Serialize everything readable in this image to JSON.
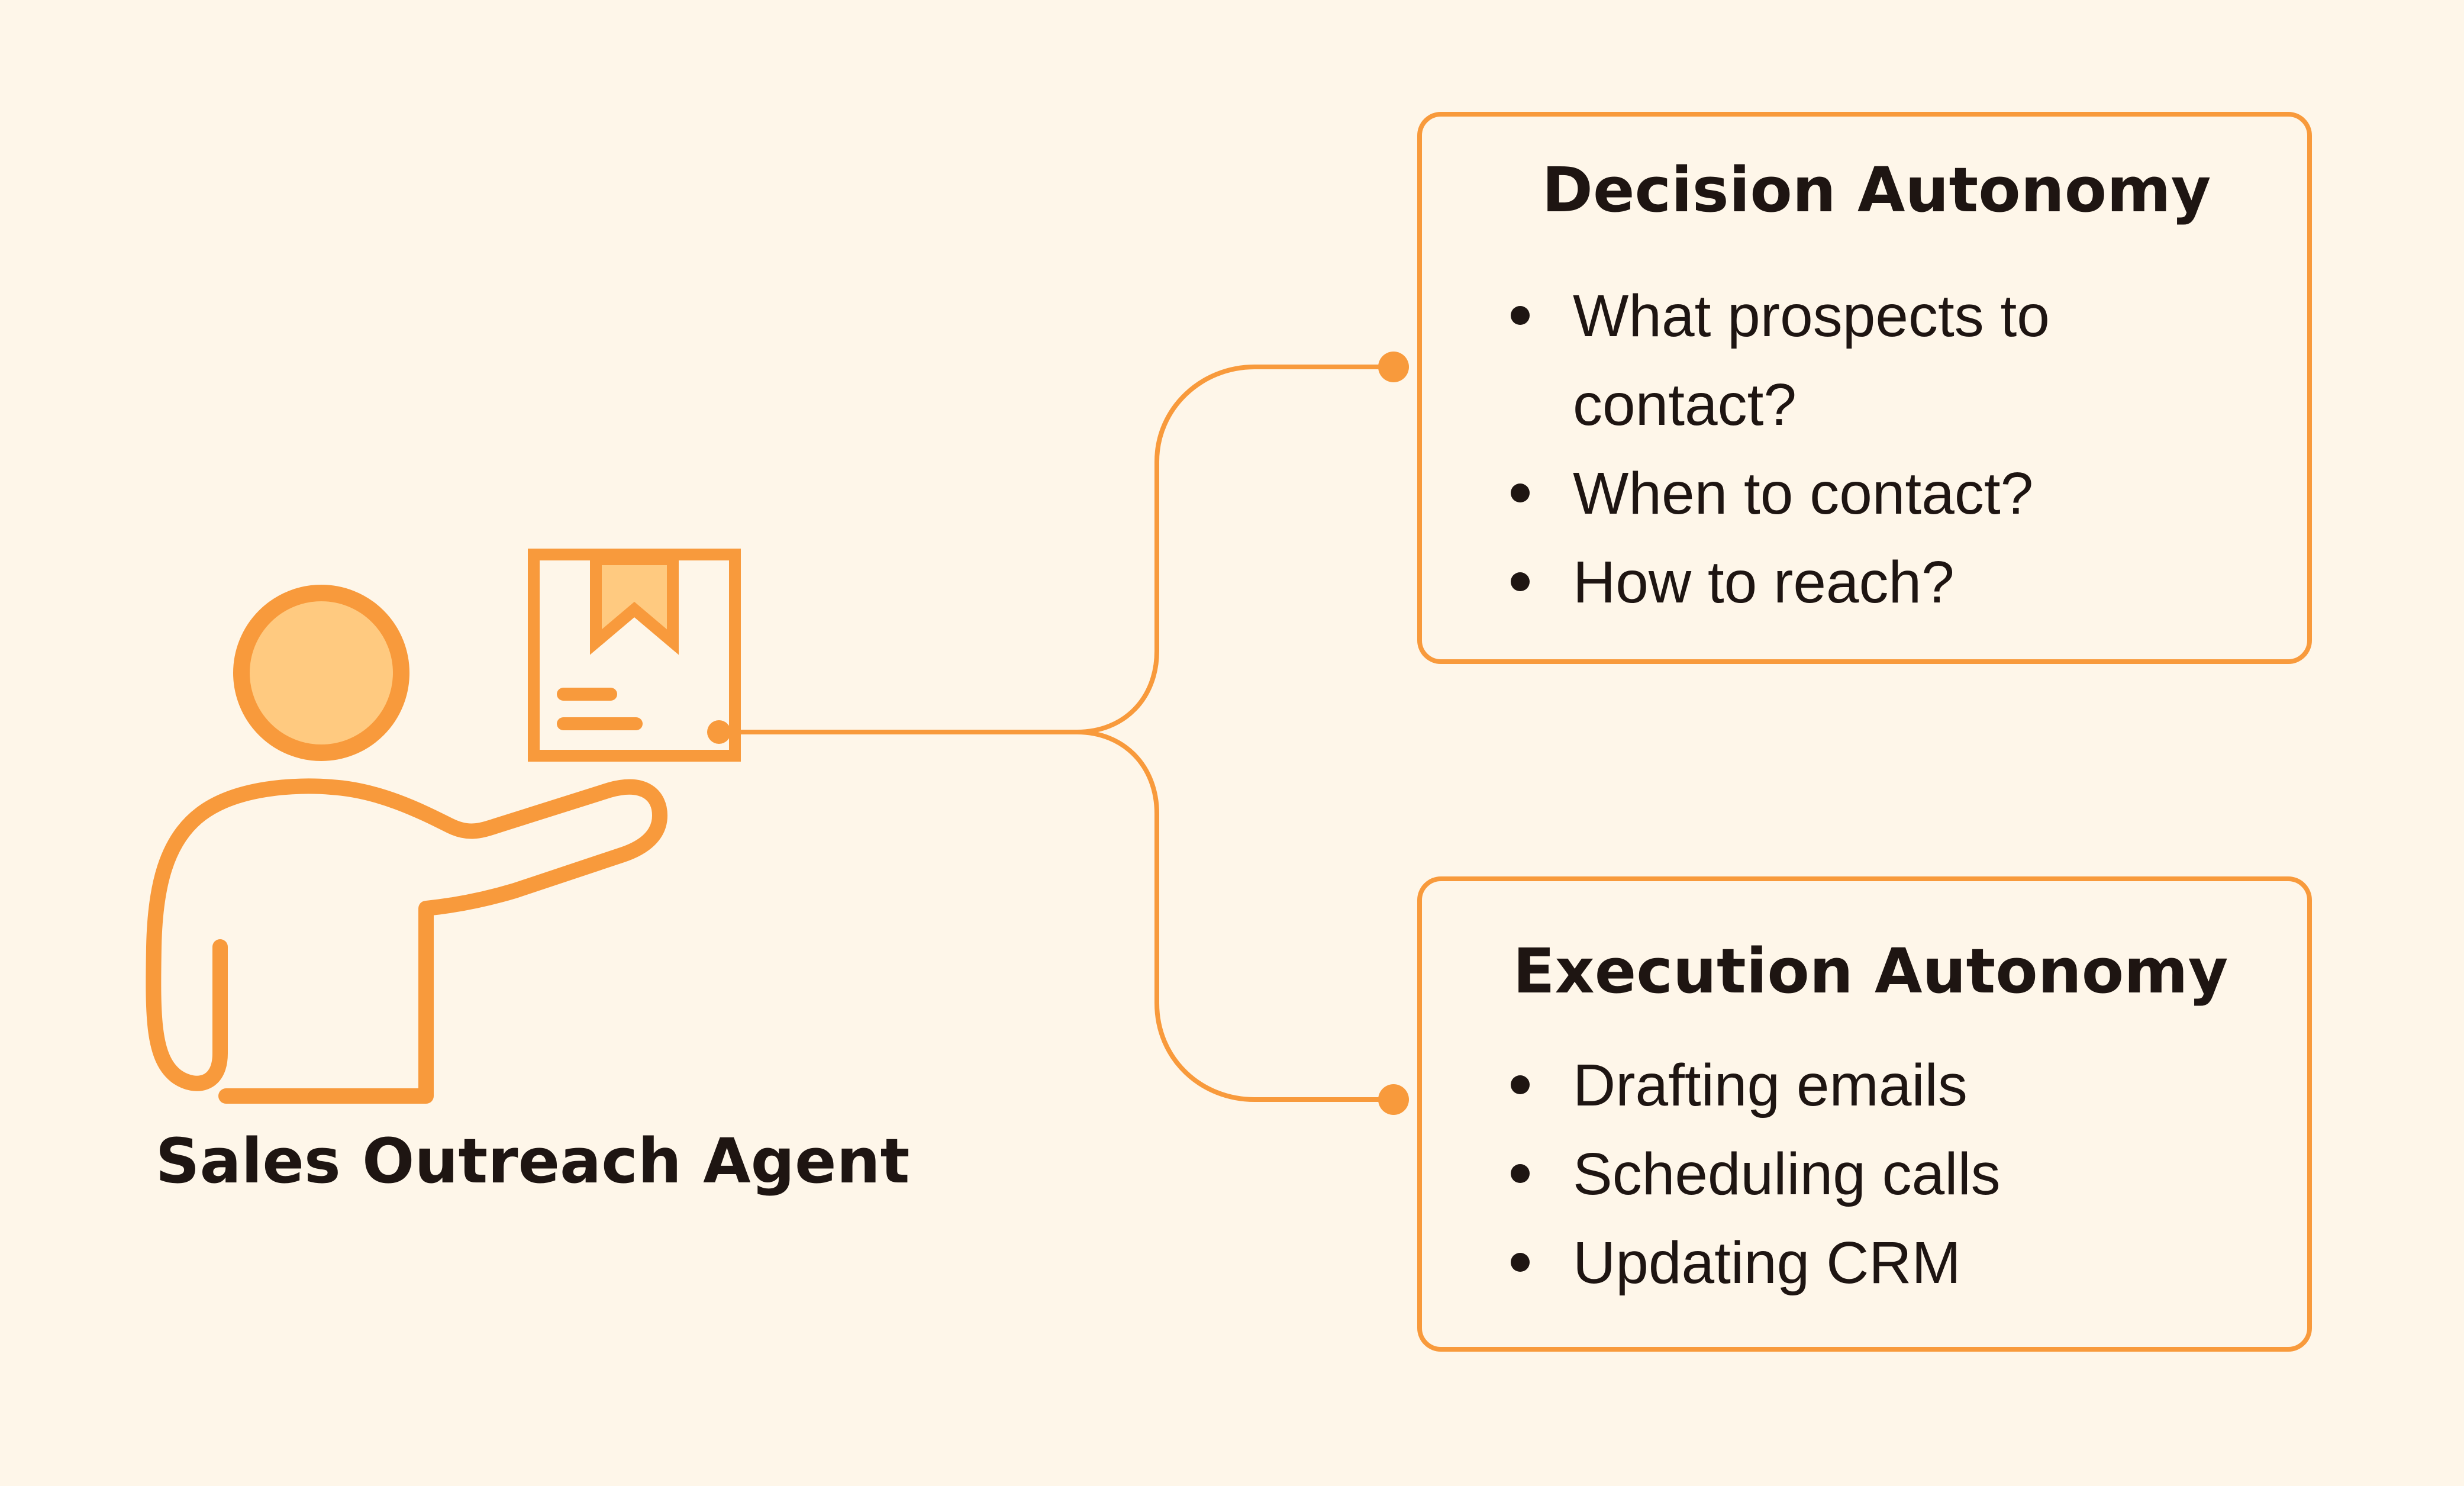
{
  "colors": {
    "background": "#FEF6E9",
    "accent": "#F89A3C",
    "accent_light": "#FFCA80",
    "text": "#1E1512"
  },
  "agent": {
    "label": "Sales Outreach Agent",
    "icon": "person-holding-box-icon"
  },
  "decision_autonomy": {
    "title": "Decision Autonomy",
    "items": [
      "What prospects to contact?",
      "When to contact?",
      "How to reach?"
    ]
  },
  "execution_autonomy": {
    "title": "Execution Autonomy",
    "items": [
      "Drafting emails",
      "Scheduling calls",
      "Updating CRM"
    ]
  }
}
